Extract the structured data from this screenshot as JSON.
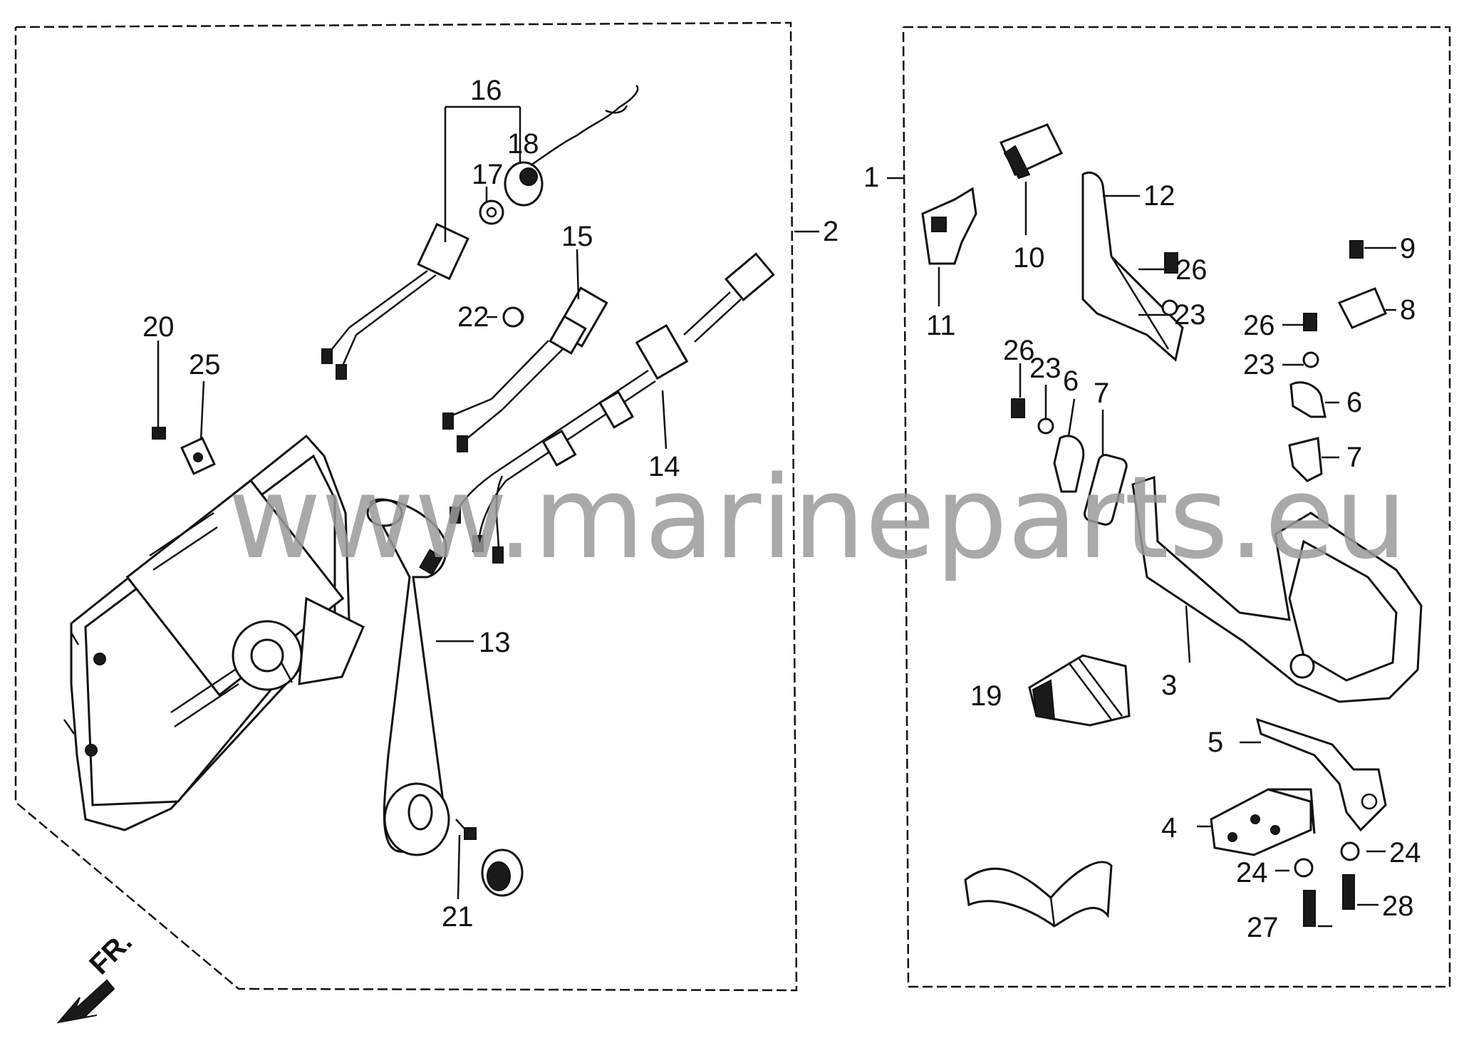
{
  "watermark": "www.marineparts.eu",
  "direction_label": "FR.",
  "callouts": {
    "c1": "1",
    "c2": "2",
    "c3": "3",
    "c4": "4",
    "c5": "5",
    "c6a": "6",
    "c6b": "6",
    "c7a": "7",
    "c7b": "7",
    "c8": "8",
    "c9": "9",
    "c10": "10",
    "c11": "11",
    "c12": "12",
    "c13": "13",
    "c14": "14",
    "c15": "15",
    "c16": "16",
    "c17": "17",
    "c18": "18",
    "c19": "19",
    "c20": "20",
    "c21": "21",
    "c22": "22",
    "c23a": "23",
    "c23b": "23",
    "c23c": "23",
    "c24a": "24",
    "c24b": "24",
    "c25": "25",
    "c26a": "26",
    "c26b": "26",
    "c26c": "26",
    "c27": "27",
    "c28": "28"
  }
}
